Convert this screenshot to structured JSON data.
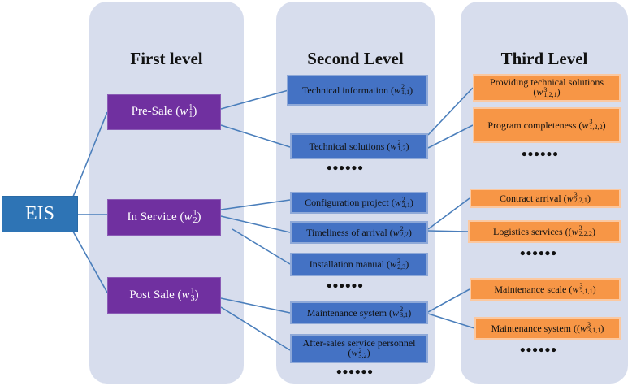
{
  "columns": {
    "first": "First level",
    "second": "Second Level",
    "third": "Third Level"
  },
  "root": "EIS",
  "first_level": [
    {
      "name": "Pre-Sale",
      "sup": "1",
      "sub": "1"
    },
    {
      "name": "In Service",
      "sup": "1",
      "sub": "2"
    },
    {
      "name": "Post Sale",
      "sup": "1",
      "sub": "3"
    }
  ],
  "second_level": [
    {
      "name": "Technical information",
      "sup": "2",
      "sub": "1,1"
    },
    {
      "name": "Technical solutions",
      "sup": "2",
      "sub": "1,2"
    },
    {
      "name": "Configuration project",
      "sup": "2",
      "sub": "2,1"
    },
    {
      "name": "Timeliness of arrival",
      "sup": "2",
      "sub": "2,2"
    },
    {
      "name": "Installation manual",
      "sup": "2",
      "sub": "2,3"
    },
    {
      "name": "Maintenance system",
      "sup": "2",
      "sub": "3,1"
    },
    {
      "name": "After-sales service personnel",
      "sup": "2",
      "sub": "3,2"
    }
  ],
  "third_level": [
    {
      "name": "Providing technical solutions",
      "sup": "3",
      "sub": "1,2,1"
    },
    {
      "name": "Program completeness",
      "sup": "3",
      "sub": "1,2,2"
    },
    {
      "name": "Contract arrival",
      "sup": "3",
      "sub": "2,2,1"
    },
    {
      "name": "Logistics services (",
      "sup": "3",
      "sub": "2,2,2"
    },
    {
      "name": "Maintenance scale",
      "sup": "3",
      "sub": "3,1,1"
    },
    {
      "name": "Maintenance system (",
      "sup": "3",
      "sub": "3,1,1"
    }
  ],
  "ellipsis": "••••••",
  "colors": {
    "panel": "#d7dded",
    "root": "#2e74b5",
    "first": "#7030a0",
    "second": "#4472c4",
    "third": "#f79646",
    "link": "#4a7ebb"
  }
}
